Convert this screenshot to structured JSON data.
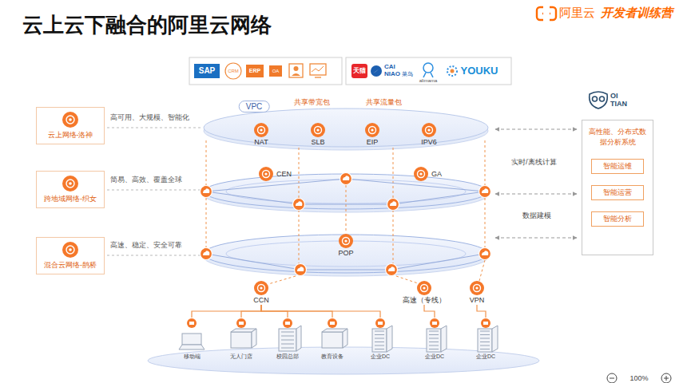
{
  "diagram": {
    "title": "云上云下融合的阿里云网络",
    "nodes": [
      {
        "text": [
          "云上网络-洛神"
        ]
      },
      {
        "text": [
          "跨地域网络-织女"
        ]
      },
      {
        "text": [
          "混合云网络-鹊桥"
        ]
      },
      {
        "text": [
          "VPC"
        ]
      },
      {
        "text": [
          "NAT"
        ]
      },
      {
        "text": [
          "SLB"
        ]
      },
      {
        "text": [
          "EIP"
        ]
      },
      {
        "text": [
          "IPV6"
        ]
      },
      {
        "text": [
          "CEN"
        ]
      },
      {
        "text": [
          "GA"
        ]
      },
      {
        "text": [
          "POP"
        ]
      },
      {
        "text": [
          "CCN"
        ]
      },
      {
        "text": [
          "高速（专线）"
        ]
      },
      {
        "text": [
          "VPN"
        ]
      },
      {
        "text": [
          "移动端"
        ]
      },
      {
        "text": [
          "无人门店"
        ]
      },
      {
        "text": [
          "校园总部"
        ]
      },
      {
        "text": [
          "教育设备"
        ]
      },
      {
        "text": [
          "企业DC"
        ]
      },
      {
        "text": [
          "企业DC"
        ]
      },
      {
        "text": [
          "企业DC"
        ]
      },
      {
        "text": [
          "高性能、分布式数据分析系统"
        ]
      },
      {
        "text": [
          "智能运维"
        ],
        "in": 21
      },
      {
        "text": [
          "智能运营"
        ],
        "in": 21
      },
      {
        "text": [
          "智能分析"
        ],
        "in": 21
      }
    ],
    "edges": [
      {
        "from": 11,
        "to": 14,
        "arrow": "none"
      },
      {
        "from": 11,
        "to": 15,
        "arrow": "none"
      },
      {
        "from": 11,
        "to": 16,
        "arrow": "none"
      },
      {
        "from": 11,
        "to": 17,
        "arrow": "none"
      },
      {
        "from": 11,
        "to": 18,
        "arrow": "none"
      },
      {
        "from": 12,
        "to": 19,
        "arrow": "none"
      },
      {
        "from": 13,
        "to": 20,
        "arrow": "none"
      }
    ],
    "labels": [
      "阿里云",
      "开发者训练营",
      "SAP",
      "CRM",
      "ERP",
      "OA",
      "天猫",
      "CAI NIAO",
      "菜鸟",
      "alimama",
      "YOUKU",
      "共享带宽包",
      "共享流量包",
      "高可用、大规模、智能化",
      "简易、高效、覆盖全球",
      "高速、稳定、安全可靠",
      "OI TIAN",
      "实时/离线计算",
      "数据建模",
      "100%"
    ]
  }
}
